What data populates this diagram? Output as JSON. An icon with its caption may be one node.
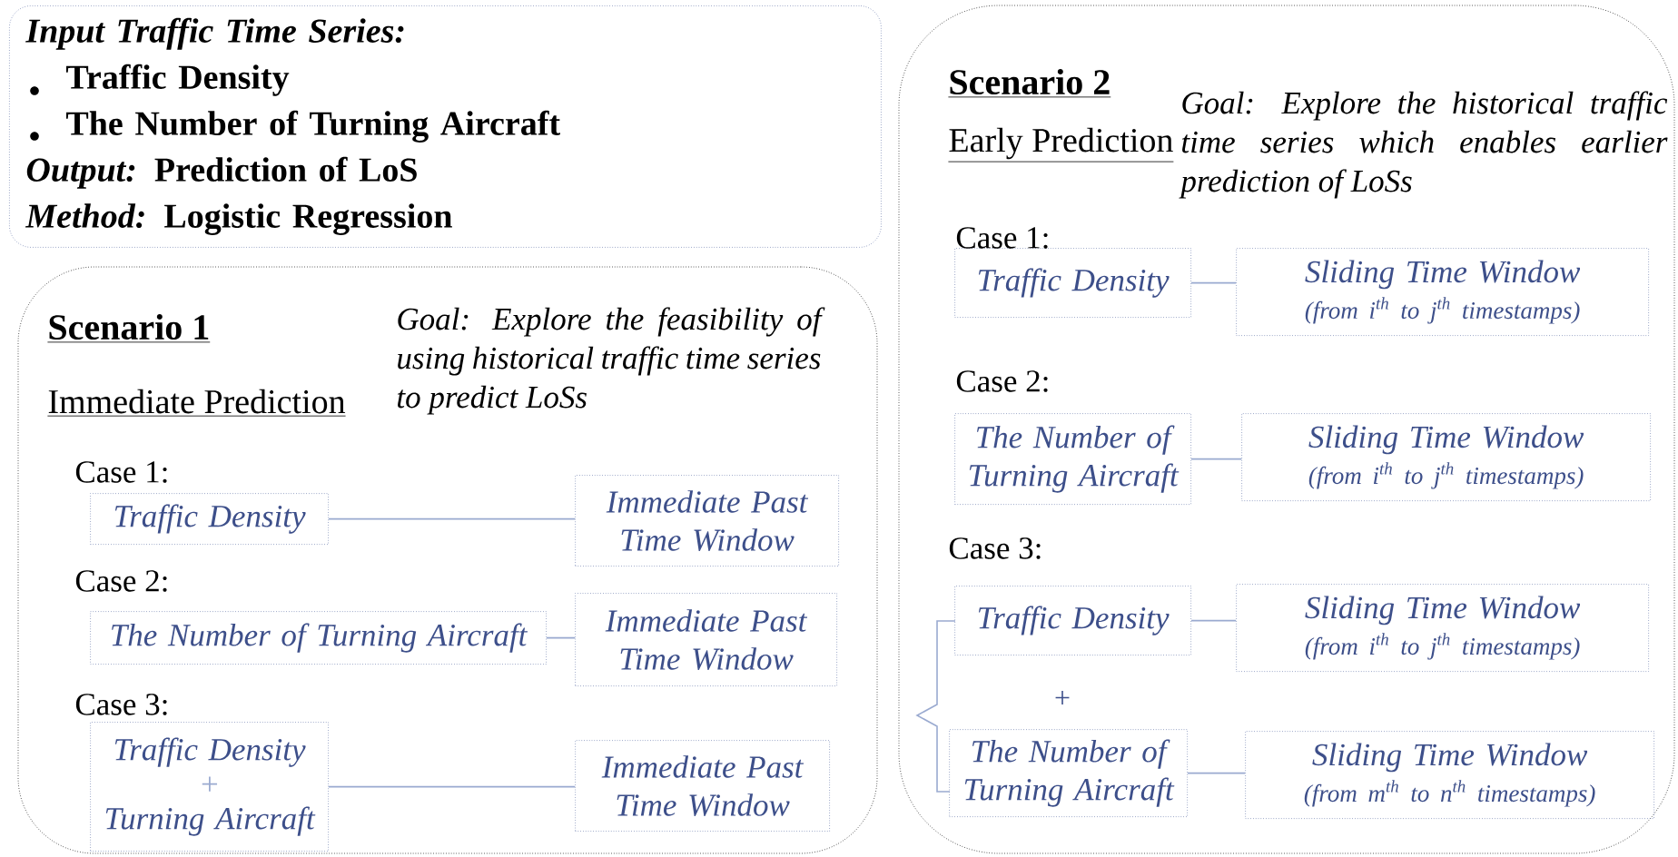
{
  "diagram": {
    "nodes": [
      {
        "text": [
          "Input Traffic Time Series:",
          "Traffic Density",
          "The Number of Turning Aircraft",
          "*Output:* Prediction of LoS",
          "*Method:* Logistic Regression"
        ]
      },
      {
        "text": [
          "Scenario 1",
          "Immediate Prediction",
          "Goal: Explore the feasibility of using historical traffic time series to predict LoSs"
        ]
      },
      {
        "text": [
          "Traffic Density"
        ],
        "in": 1
      },
      {
        "text": [
          "Immediate Past Time Window"
        ],
        "in": 1
      },
      {
        "text": [
          "The Number of Turning Aircraft"
        ],
        "in": 1
      },
      {
        "text": [
          "Immediate Past Time Window"
        ],
        "in": 1
      },
      {
        "text": [
          "Traffic Density",
          "+",
          "Turning Aircraft"
        ],
        "in": 1
      },
      {
        "text": [
          "Immediate Past Time Window"
        ],
        "in": 1
      },
      {
        "text": [
          "Scenario 2",
          "Early Prediction",
          "Goal: Explore the historical traffic time series which enables earlier prediction of LoSs"
        ]
      },
      {
        "text": [
          "Traffic Density"
        ],
        "in": 8
      },
      {
        "text": [
          "Sliding Time Window",
          "(from i$^{th}$ to j$^{th}$ timestamps)"
        ],
        "in": 8
      },
      {
        "text": [
          "The Number of Turning Aircraft"
        ],
        "in": 8
      },
      {
        "text": [
          "Sliding Time Window",
          "(from i$^{th}$ to j$^{th}$ timestamps)"
        ],
        "in": 8
      },
      {
        "text": [
          "Traffic Density"
        ],
        "in": 8
      },
      {
        "text": [
          "Sliding Time Window",
          "(from i$^{th}$ to j$^{th}$ timestamps)"
        ],
        "in": 8
      },
      {
        "text": [
          "The Number of Turning Aircraft"
        ],
        "in": 8
      },
      {
        "text": [
          "Sliding Time Window",
          "(from m$^{th}$ to n$^{th}$ timestamps)"
        ],
        "in": 8
      }
    ],
    "edges": [
      {
        "from": 2,
        "to": 3,
        "arrow": "none"
      },
      {
        "from": 4,
        "to": 5,
        "arrow": "none"
      },
      {
        "from": 6,
        "to": 7,
        "arrow": "none"
      },
      {
        "from": 9,
        "to": 10,
        "arrow": "none"
      },
      {
        "from": 11,
        "to": 12,
        "arrow": "none"
      },
      {
        "from": 13,
        "to": 14,
        "arrow": "none"
      },
      {
        "from": 15,
        "to": 16,
        "arrow": "none"
      }
    ],
    "labels": [
      "Case 1:",
      "Case 2:",
      "Case 3:",
      "Case 1:",
      "Case 2:",
      "Case 3:",
      "+"
    ]
  }
}
